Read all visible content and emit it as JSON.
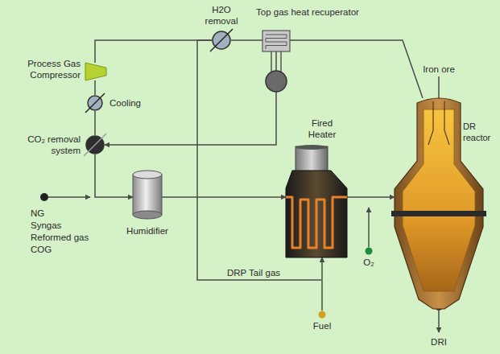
{
  "diagram": {
    "nodes": [
      {
        "text": [
          "H2O removal"
        ]
      },
      {
        "text": [
          "Top gas heat recuperator"
        ]
      },
      {
        "text": [
          "Process Gas Compressor"
        ]
      },
      {
        "text": [
          "Cooling"
        ]
      },
      {
        "text": [
          "CO₂ removal system"
        ]
      },
      {
        "text": [
          "Humidifier"
        ]
      },
      {
        "text": [
          "Fired Heater"
        ]
      },
      {
        "text": [
          "DR reactor"
        ]
      }
    ],
    "edges": [
      {
        "from": 7,
        "to": 1,
        "arrow": "none"
      },
      {
        "from": 1,
        "to": 0,
        "arrow": "none"
      },
      {
        "from": 0,
        "to": 2,
        "arrow": "none"
      },
      {
        "from": 2,
        "to": 3,
        "arrow": "none"
      },
      {
        "from": 3,
        "to": 4,
        "arrow": "none"
      },
      {
        "from": 1,
        "to": 4,
        "arrow": "to"
      },
      {
        "from": 4,
        "to": 5,
        "arrow": "to"
      },
      {
        "from": 5,
        "to": 6,
        "arrow": "to"
      },
      {
        "from": 6,
        "to": 7,
        "arrow": "to"
      },
      {
        "from": 0,
        "to": 6,
        "label": "DRP Tail gas",
        "arrow": "to"
      }
    ],
    "labels": [
      "Iron ore",
      "NG",
      "Syngas",
      "Reformed gas",
      "COG",
      "O₂",
      "Fuel",
      "DRI"
    ]
  }
}
